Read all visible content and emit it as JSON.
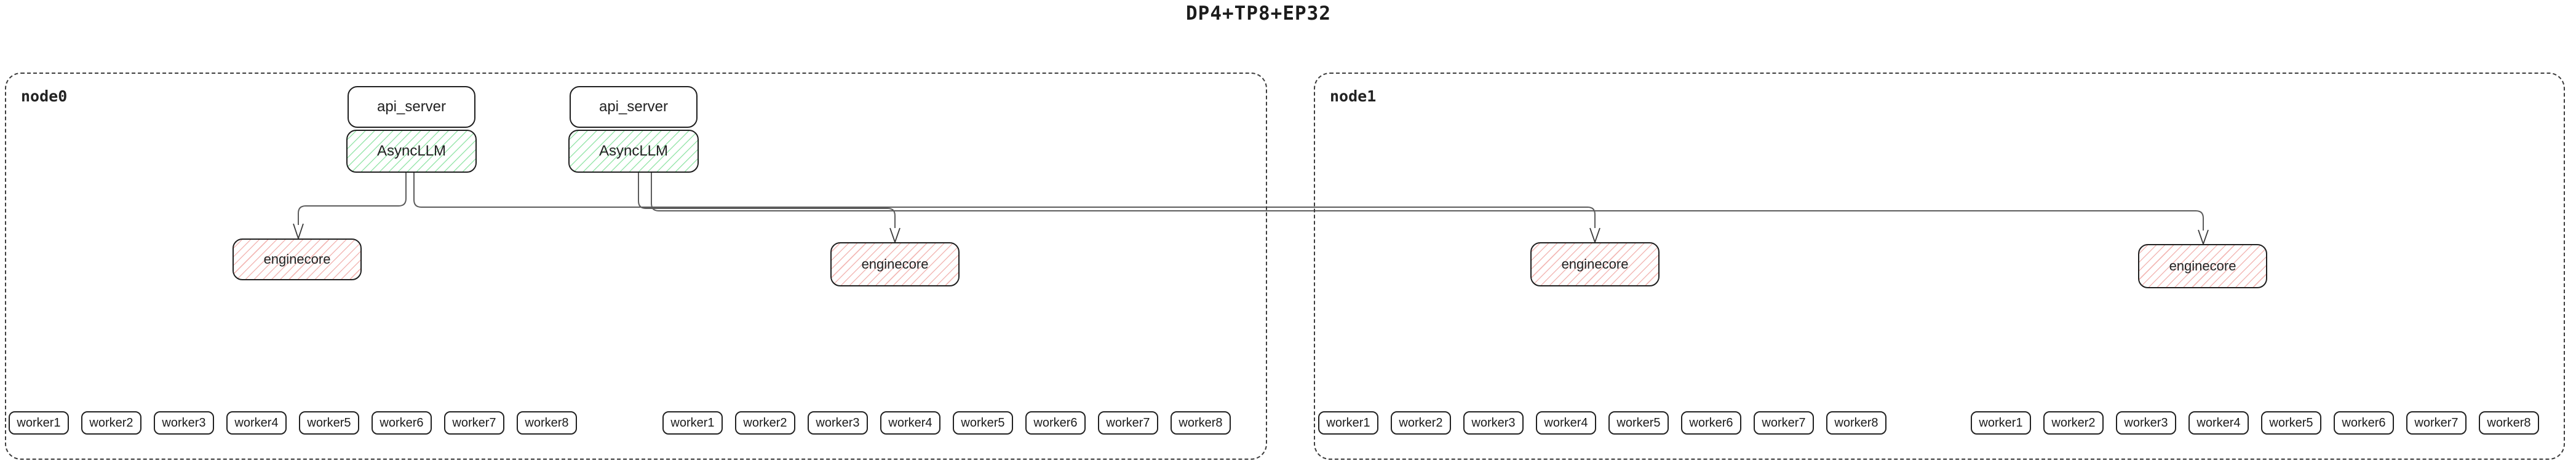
{
  "title": "DP4+TP8+EP32",
  "colors": {
    "async_llm_hatch": "#9ae6ad",
    "enginecore_hatch": "#f3b9b6",
    "edge": "#5c5c5c",
    "box_border": "#1f1f1f"
  },
  "node0": {
    "label": "node0",
    "api_servers": [
      {
        "label": "api_server"
      },
      {
        "label": "api_server"
      }
    ],
    "async_llms": [
      {
        "label": "AsyncLLM"
      },
      {
        "label": "AsyncLLM"
      }
    ],
    "enginecores": [
      {
        "label": "enginecore"
      },
      {
        "label": "enginecore"
      }
    ],
    "worker_groups": [
      {
        "workers": [
          "worker1",
          "worker2",
          "worker3",
          "worker4",
          "worker5",
          "worker6",
          "worker7",
          "worker8"
        ]
      },
      {
        "workers": [
          "worker1",
          "worker2",
          "worker3",
          "worker4",
          "worker5",
          "worker6",
          "worker7",
          "worker8"
        ]
      }
    ]
  },
  "node1": {
    "label": "node1",
    "enginecores": [
      {
        "label": "enginecore"
      },
      {
        "label": "enginecore"
      }
    ],
    "worker_groups": [
      {
        "workers": [
          "worker1",
          "worker2",
          "worker3",
          "worker4",
          "worker5",
          "worker6",
          "worker7",
          "worker8"
        ]
      },
      {
        "workers": [
          "worker1",
          "worker2",
          "worker3",
          "worker4",
          "worker5",
          "worker6",
          "worker7",
          "worker8"
        ]
      }
    ]
  }
}
